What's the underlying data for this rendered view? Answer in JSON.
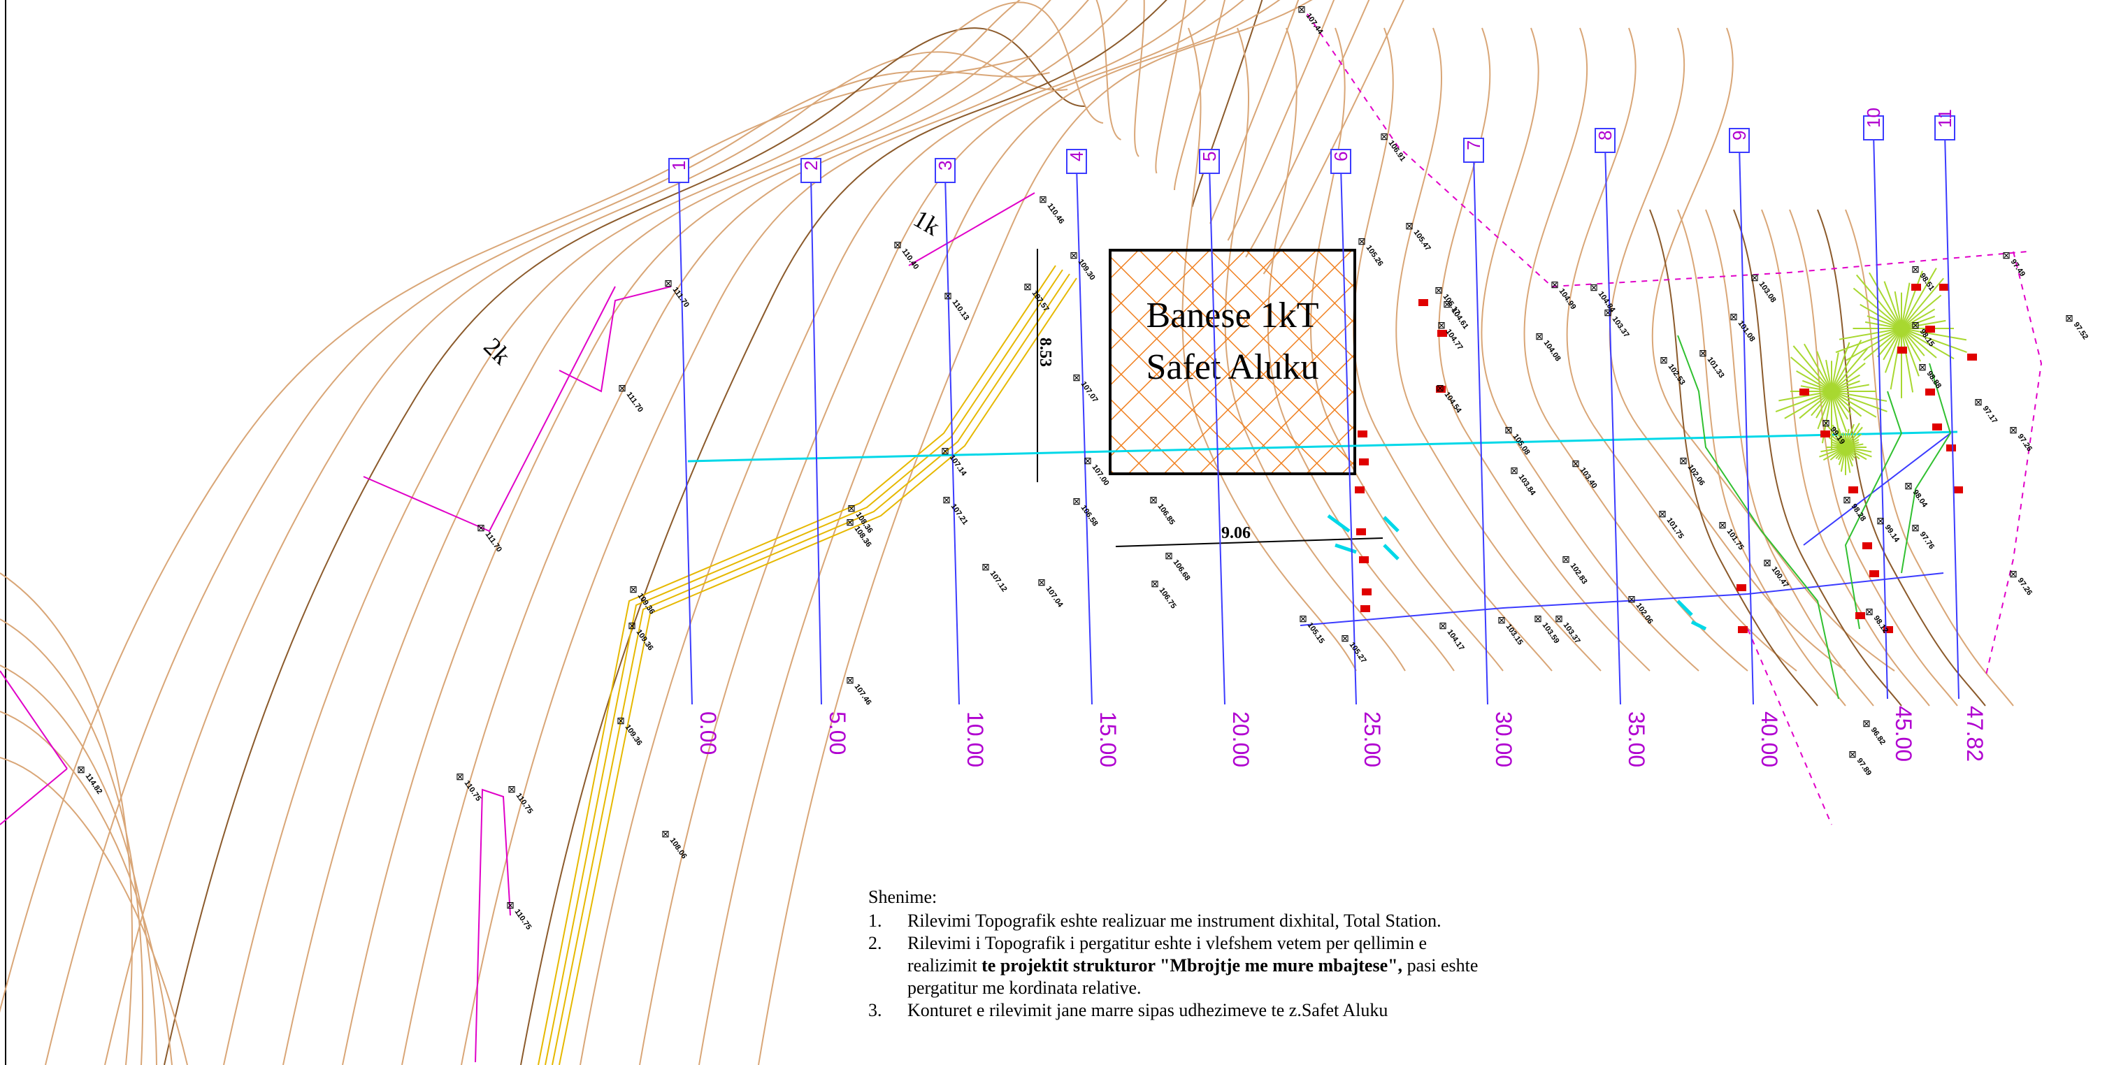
{
  "title": {
    "line1": "Banese 1kT",
    "line2": "Safet Aluku"
  },
  "floor_labels": [
    "2k",
    "1k"
  ],
  "dimensions": {
    "vertical": "8.53",
    "horizontal": "9.06"
  },
  "sections": [
    {
      "id": "1",
      "station": "0.00"
    },
    {
      "id": "2",
      "station": "5.00"
    },
    {
      "id": "3",
      "station": "10.00"
    },
    {
      "id": "4",
      "station": "15.00"
    },
    {
      "id": "5",
      "station": "20.00"
    },
    {
      "id": "6",
      "station": "25.00"
    },
    {
      "id": "7",
      "station": "30.00"
    },
    {
      "id": "8",
      "station": "35.00"
    },
    {
      "id": "9",
      "station": "40.00"
    },
    {
      "id": "10",
      "station": "45.00"
    },
    {
      "id": "11",
      "station": "47.82"
    }
  ],
  "survey_points": [
    "107.44",
    "106.91",
    "110.46",
    "111.70",
    "111.70",
    "111.70",
    "110.40",
    "110.13",
    "109.30",
    "107.57",
    "107.07",
    "108.36",
    "108.36",
    "107.14",
    "107.21",
    "107.12",
    "107.04",
    "107.46",
    "109.36",
    "109.36",
    "109.36",
    "110.75",
    "110.75",
    "110.75",
    "114.82",
    "108.06",
    "105.47",
    "105.17",
    "105.26",
    "104.61",
    "104.77",
    "104.54",
    "105.08",
    "103.84",
    "103.40",
    "102.83",
    "104.08",
    "103.37",
    "102.53",
    "101.33",
    "101.08",
    "102.06",
    "101.75",
    "100.47",
    "101.75",
    "99.19",
    "98.28",
    "99.14",
    "98.04",
    "97.76",
    "97.49",
    "97.52",
    "97.17",
    "97.26",
    "97.26",
    "98.51",
    "98.15",
    "98.88",
    "96.82",
    "97.89",
    "98.12",
    "103.15",
    "104.17",
    "103.59",
    "103.37",
    "102.06",
    "105.15",
    "105.27",
    "106.85",
    "106.75",
    "106.68",
    "106.58",
    "107.00",
    "104.99",
    "104.84",
    "103.08"
  ],
  "notes": {
    "heading": "Shenime:",
    "items": [
      {
        "num": "1.",
        "text": "Rilevimi Topografik eshte realizuar me instrument dixhital, Total Station.",
        "bold": ""
      },
      {
        "num": "2.",
        "text_before": "Rilevimi i Topografik i pergatitur eshte i vlefshem vetem per qellimin e realizimit ",
        "bold": "te projektit strukturor \"Mbrojtje me mure mbajtese\",",
        "text_after": " pasi eshte pergatitur  me kordinata relative."
      },
      {
        "num": "3.",
        "text": "Konturet e rilevimit jane marre sipas udhezimeve te z.Safet Aluku",
        "bold": ""
      }
    ]
  },
  "colors": {
    "section_line": "#3b3bff",
    "section_label": "#b000d0",
    "contour": "#d9a677",
    "contour_index": "#8b5a2b",
    "boundary_magenta": "#e000c8",
    "road_yellow": "#e6b800",
    "axis_cyan": "#00d8e8",
    "hatch": "#f08020",
    "tree": "#a8d830",
    "red_marks": "#e00000",
    "green_lines": "#30c030"
  }
}
